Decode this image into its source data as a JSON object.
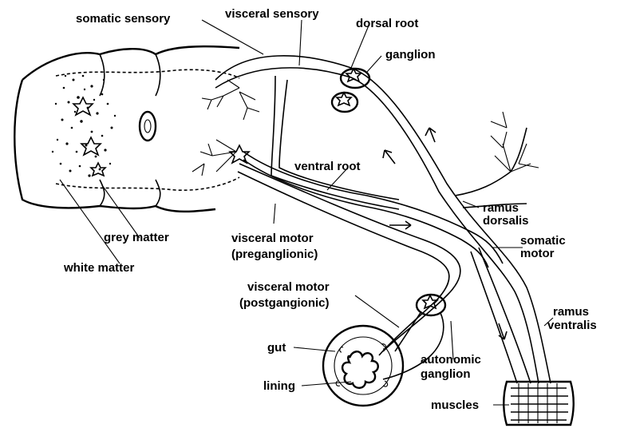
{
  "labels": {
    "somatic_sensory": "somatic sensory",
    "visceral_sensory": "visceral sensory",
    "dorsal_root": "dorsal root",
    "ganglion": "ganglion",
    "ventral_root": "ventral root",
    "ramus_dorsalis_1": "ramus",
    "ramus_dorsalis_2": "dorsalis",
    "somatic_motor_1": "somatic",
    "somatic_motor_2": "motor",
    "grey_matter": "grey matter",
    "white_matter": "white matter",
    "visceral_motor_pre_1": "visceral motor",
    "visceral_motor_pre_2": "(preganglionic)",
    "visceral_motor_post_1": "visceral motor",
    "visceral_motor_post_2": "(postgangionic)",
    "ramus_ventralis_1": "ramus",
    "ramus_ventralis_2": "ventralis",
    "gut": "gut",
    "lining": "lining",
    "autonomic_ganglion_1": "autonomic",
    "autonomic_ganglion_2": "ganglion",
    "muscles": "muscles"
  }
}
